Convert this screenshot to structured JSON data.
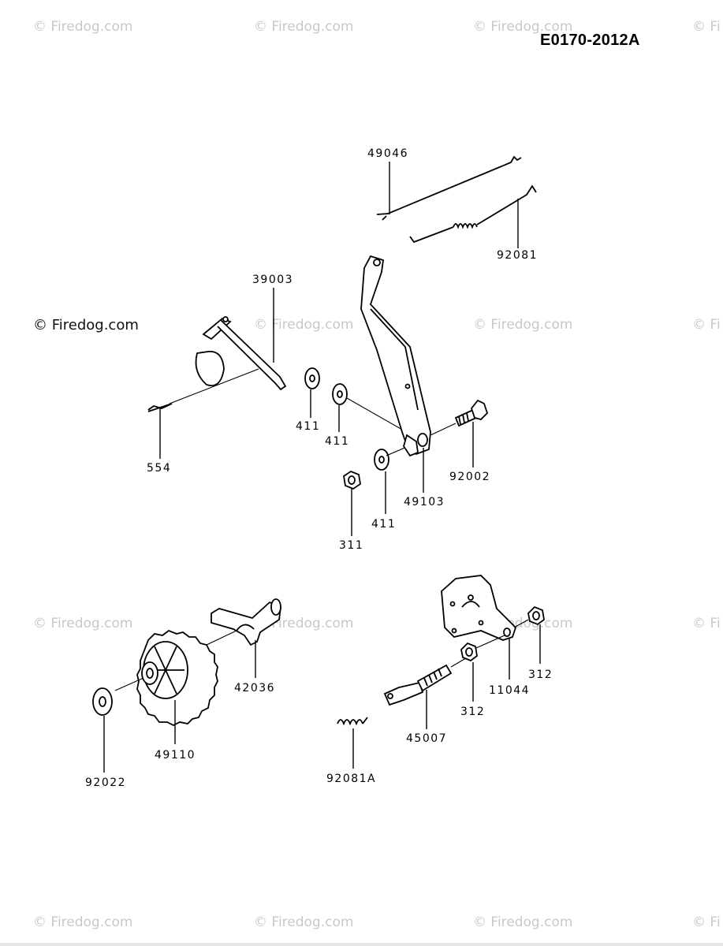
{
  "diagram": {
    "code": "E0170-2012A",
    "watermark": "© Firedog.com",
    "watermark_partial": "© Fi",
    "colors": {
      "line": "#000000",
      "watermark": "#c8c8c8",
      "background": "#ffffff"
    },
    "part_labels": {
      "p49046": "49046",
      "p92081": "92081",
      "p39003": "39003",
      "p554": "554",
      "p411a": "411",
      "p411b": "411",
      "p411c": "411",
      "p311": "311",
      "p49103": "49103",
      "p92002": "92002",
      "p42036": "42036",
      "p49110": "49110",
      "p92022": "92022",
      "p92081a": "92081A",
      "p45007": "45007",
      "p312a": "312",
      "p312b": "312",
      "p11044": "11044"
    }
  }
}
